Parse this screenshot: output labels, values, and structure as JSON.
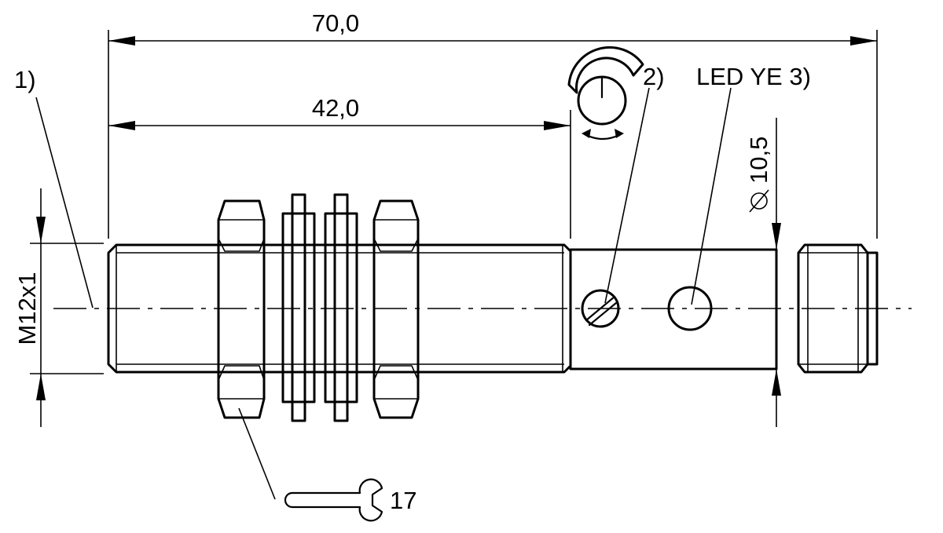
{
  "labels": {
    "overall_length": "70,0",
    "thread_length": "42,0",
    "note_1": "1)",
    "note_2": "2)",
    "led": "LED YE 3)",
    "diameter": "10,5",
    "thread": "M12x1",
    "wrench": "17"
  },
  "icons": {
    "diameter_symbol": "diameter-icon",
    "potentiometer": "potentiometer-icon",
    "wrench": "wrench-icon"
  }
}
